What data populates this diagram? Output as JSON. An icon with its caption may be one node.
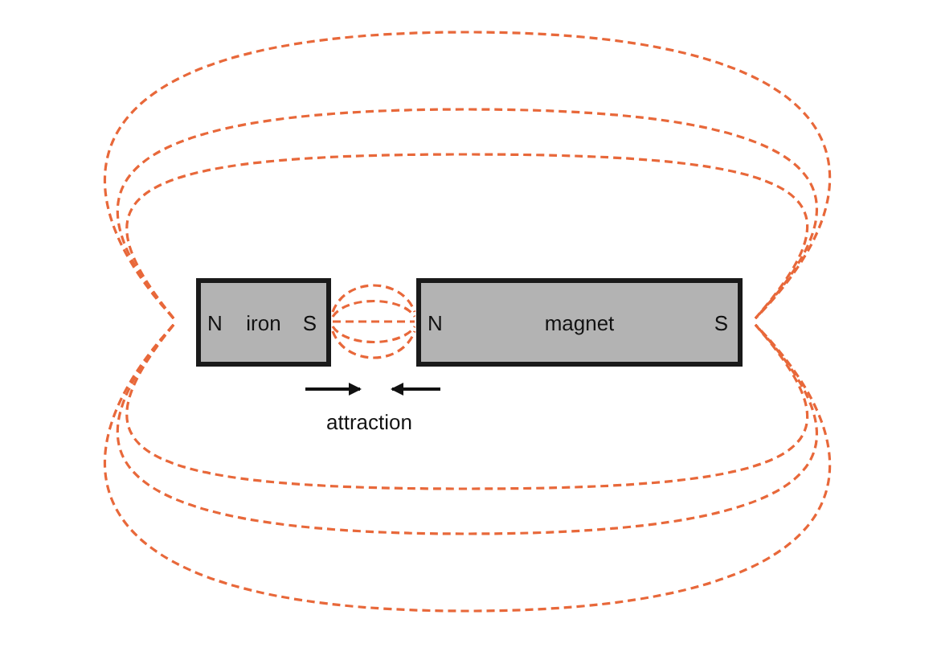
{
  "diagram": {
    "nodes": [
      {
        "text": [
          "N",
          "iron",
          "S"
        ]
      },
      {
        "text": [
          "N",
          "magnet",
          "S"
        ]
      }
    ],
    "labels": [
      "attraction"
    ]
  }
}
